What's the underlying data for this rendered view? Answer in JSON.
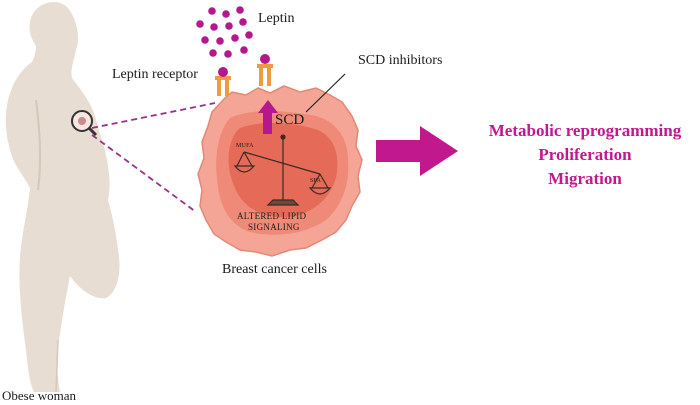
{
  "labels": {
    "leptin": "Leptin",
    "leptin_receptor": "Leptin receptor",
    "scd_inhibitors": "SCD inhibitors",
    "scd": "SCD",
    "mufa": "MUFA",
    "sfa": "SFA",
    "altered_lipid_line1": "ALTERED LIPID",
    "altered_lipid_line2": "SIGNALING",
    "breast_cancer_cells": "Breast cancer cells",
    "obese_woman": "Obese woman"
  },
  "outcomes": [
    "Metabolic reprogramming",
    "Proliferation",
    "Migration"
  ],
  "colors": {
    "magenta": "#b5178e",
    "outcome_text": "#c2188e",
    "cell_outer": "#f4a596",
    "cell_mid": "#ef8a78",
    "cell_inner": "#e56b58",
    "receptor": "#f09a3e",
    "skin": "#e8ddd2",
    "dashed": "#9c2f86"
  },
  "icons": {
    "magnifier": "magnifier-icon",
    "balance_scale": "balance-scale-icon",
    "arrow_up": "scd-up-arrow-icon",
    "arrow_right": "outcome-arrow-icon"
  }
}
